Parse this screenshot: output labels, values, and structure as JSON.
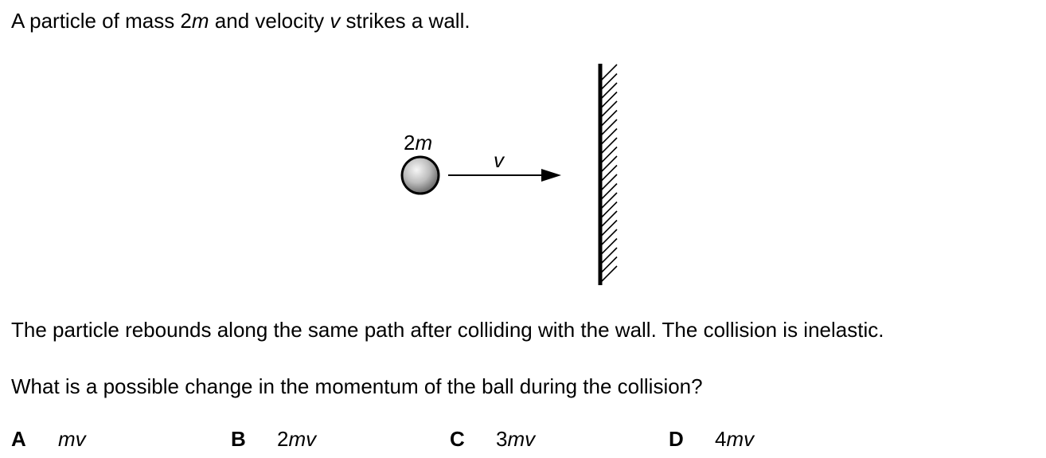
{
  "question": {
    "intro": {
      "part1": "A particle of mass 2",
      "m": "m",
      "part2": " and velocity ",
      "v": "v",
      "part3": " strikes a wall."
    },
    "statement": "The particle rebounds along the same path after colliding with the wall. The collision is inelastic.",
    "prompt": "What is a possible change in the momentum of the ball during the collision?"
  },
  "figure": {
    "mass_label_num": "2",
    "mass_label_var": "m",
    "velocity_label": "v"
  },
  "options": [
    {
      "letter": "A",
      "num": "",
      "var": "mv"
    },
    {
      "letter": "B",
      "num": "2",
      "var": "mv"
    },
    {
      "letter": "C",
      "num": "3",
      "var": "mv"
    },
    {
      "letter": "D",
      "num": "4",
      "var": "mv"
    }
  ]
}
